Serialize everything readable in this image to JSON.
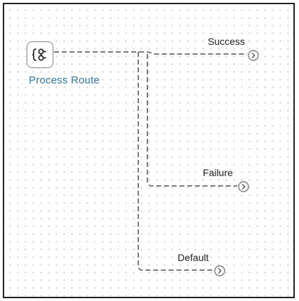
{
  "node": {
    "label": "Process Route",
    "icon": "process-route-icon"
  },
  "routes": [
    {
      "label": "Success",
      "port_icon": "chevron-right-icon"
    },
    {
      "label": "Failure",
      "port_icon": "chevron-right-icon"
    },
    {
      "label": "Default",
      "port_icon": "chevron-right-icon"
    }
  ],
  "colors": {
    "connector": "#7a7a7a",
    "node_border": "#8a8f98",
    "node_label": "#2f7aa6",
    "port": "#7a7f87"
  }
}
